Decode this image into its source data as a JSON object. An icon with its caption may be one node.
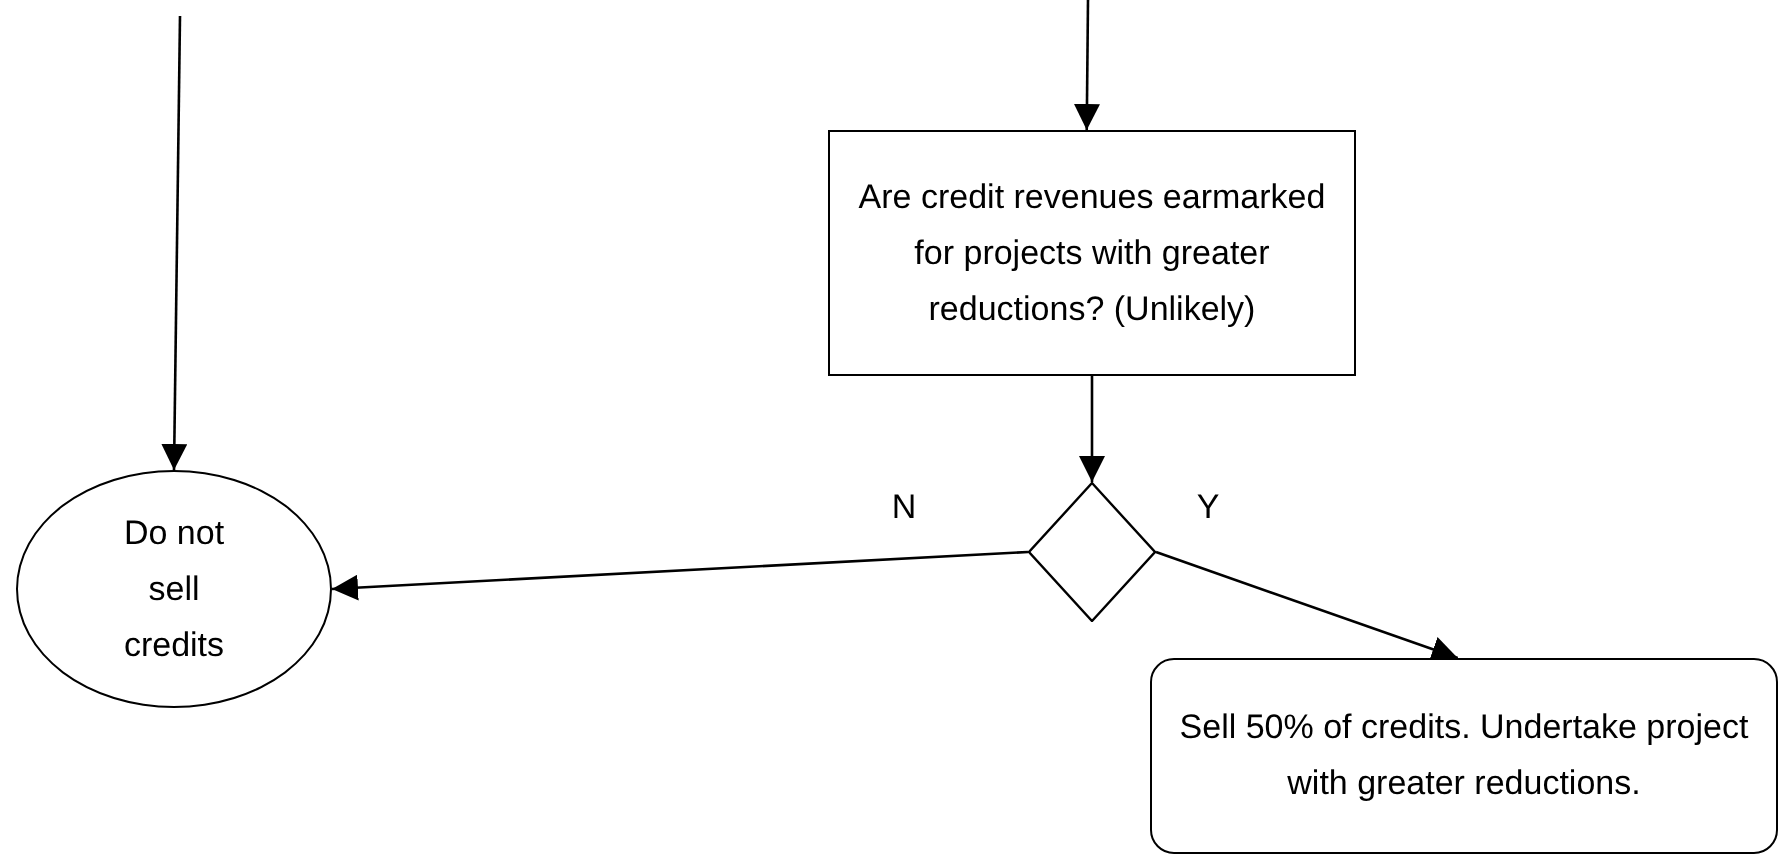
{
  "diagram": {
    "nodes": [
      {
        "text": [
          "Are credit revenues earmarked for projects with greater reductions? (Unlikely)"
        ]
      },
      {
        "text": [],
        "shape": "diamond"
      },
      {
        "text": [
          "Do not sell credits"
        ]
      },
      {
        "text": [
          "Sell 50% of credits. Undertake project with greater reductions."
        ]
      }
    ],
    "edges": [
      {
        "from": null,
        "to": 0,
        "arrow": "to"
      },
      {
        "from": null,
        "to": 2,
        "arrow": "to"
      },
      {
        "from": 0,
        "to": 1,
        "arrow": "to"
      },
      {
        "from": 1,
        "to": 2,
        "arrow": "to",
        "label": "N"
      },
      {
        "from": 1,
        "to": 3,
        "arrow": "to",
        "label": "Y"
      }
    ]
  }
}
